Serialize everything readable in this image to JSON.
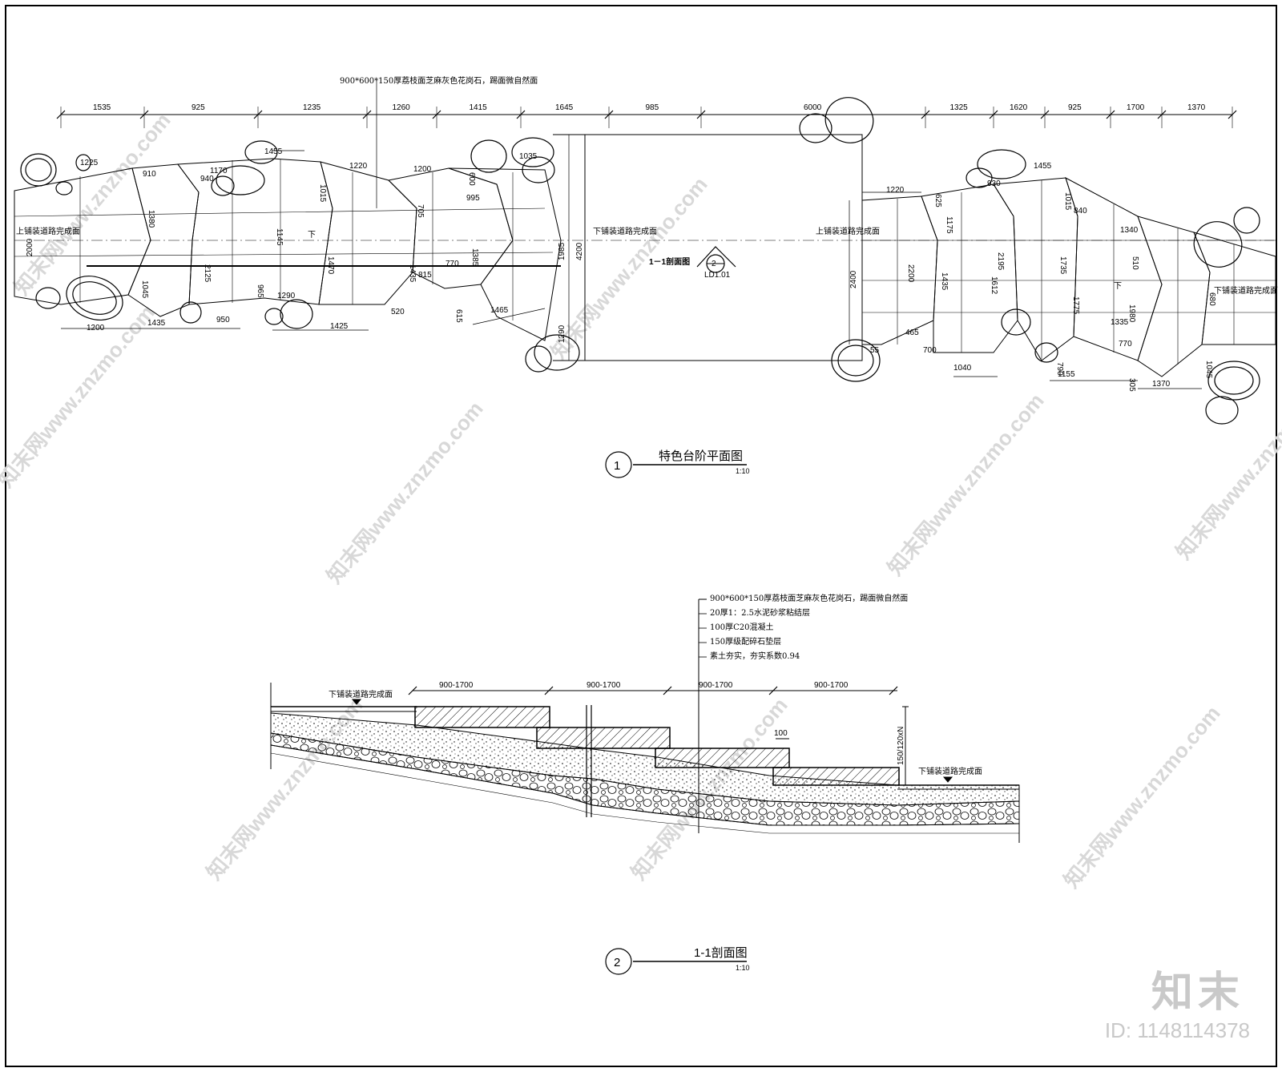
{
  "plan": {
    "title": "特色台阶平面图",
    "number": "1",
    "scale": "1:10",
    "stone_note": "900*600*150厚荔枝面芝麻灰色花岗石，踢面微自然面",
    "upper_label": "上铺装道路完成面",
    "lower_label": "下铺装道路完成面",
    "upper_label_2": "上铺装道路完成面",
    "lower_label_2": "下铺装道路完成面",
    "section_mark": "1－1剖面图",
    "section_sym_top": "2",
    "section_sym_bot": "LD1.01",
    "down_1": "下",
    "down_2": "下",
    "top_dims": [
      "1535",
      "925",
      "1235",
      "1260",
      "1415",
      "1645",
      "985",
      "6000",
      "1325",
      "1620",
      "925",
      "1700",
      "1370"
    ],
    "left_dims": [
      "2000"
    ],
    "mid_dims": [
      "1985",
      "4200",
      "1290"
    ],
    "right_dims": [
      "2400"
    ],
    "inner_dims": [
      "1225",
      "910",
      "1380",
      "1045",
      "1170",
      "940",
      "2125",
      "965",
      "1455",
      "1145",
      "1290",
      "1015",
      "1470",
      "1220",
      "1200",
      "705",
      "1435",
      "815",
      "520",
      "600",
      "995",
      "1385",
      "770",
      "615",
      "1465",
      "1035",
      "950",
      "1200",
      "1435",
      "1425",
      "1220",
      "625",
      "1175",
      "1435",
      "930",
      "2195",
      "1612",
      "1455",
      "1015",
      "840",
      "1735",
      "1775",
      "510",
      "1340",
      "680",
      "1980",
      "1335",
      "1045",
      "770",
      "305",
      "790",
      "700",
      "465",
      "1040",
      "1155",
      "1370",
      "55",
      "2200"
    ]
  },
  "section": {
    "title": "1-1剖面图",
    "number": "2",
    "scale": "1:10",
    "top_dims": [
      "900-1700",
      "900-1700",
      "900-1700",
      "900-1700"
    ],
    "riser_dim": "150/120xN",
    "tread_dim": "100",
    "lower_label_left": "下铺装道路完成面",
    "lower_label_right": "下铺装道路完成面",
    "layers": [
      "900*600*150厚荔枝面芝麻灰色花岗石，踢面微自然面",
      "20厚1：2.5水泥砂浆粘结层",
      "100厚C20混凝土",
      "150厚级配碎石垫层",
      "素土夯实，夯实系数0.94"
    ]
  },
  "watermark": "知末网www.znzmo.com",
  "brand": {
    "logo": "知末",
    "id": "ID: 1148114378"
  }
}
